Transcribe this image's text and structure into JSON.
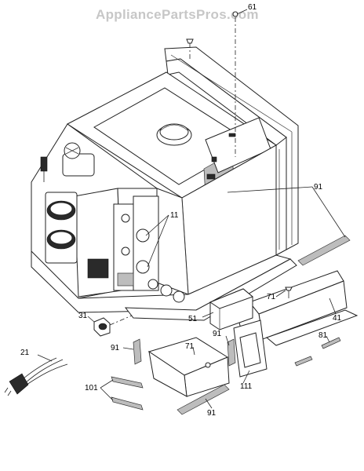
{
  "watermark": "AppliancePartsPros.com",
  "callouts": {
    "c61": "61",
    "c91_top": "91",
    "c11": "11",
    "c71_right": "71",
    "c51": "51",
    "c41": "41",
    "c31": "31",
    "c91_mid": "91",
    "c91_right": "91",
    "c71_mid": "71",
    "c81": "81",
    "c21": "21",
    "c101": "101",
    "c111": "111",
    "c91_bottom": "91"
  },
  "colors": {
    "line": "#222222",
    "watermark": "#c7c7c7",
    "background": "#ffffff"
  }
}
